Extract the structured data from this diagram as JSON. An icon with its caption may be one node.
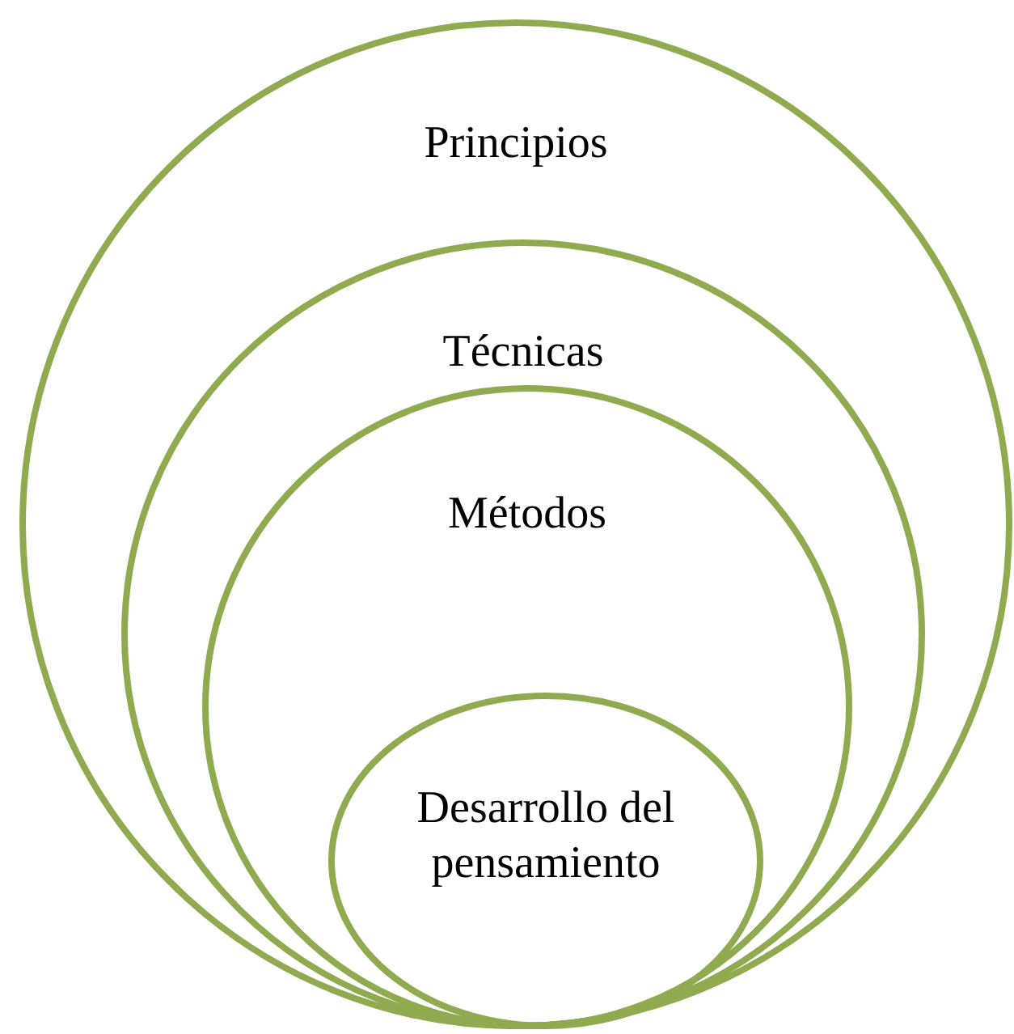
{
  "diagram": {
    "nodes": [
      {
        "text": [
          "Principios"
        ]
      },
      {
        "text": [
          "Técnicas"
        ],
        "in": 0
      },
      {
        "text": [
          "Métodos"
        ],
        "in": 1
      },
      {
        "text": [
          "Desarrollo del pensamiento"
        ],
        "in": 2
      }
    ]
  }
}
